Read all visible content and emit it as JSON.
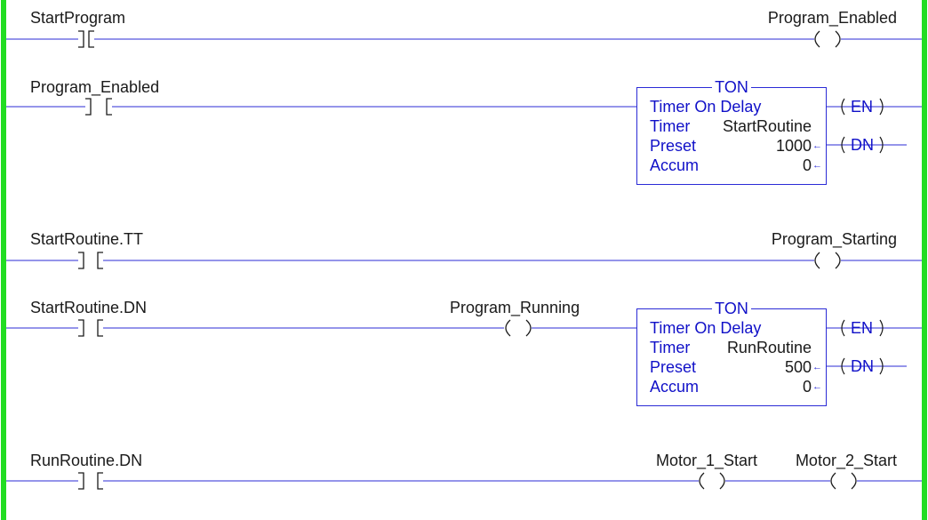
{
  "rungs": [
    {
      "id": "rung-0",
      "contact_tag": "StartProgram",
      "output_coils": [
        "Program_Enabled"
      ]
    },
    {
      "id": "rung-1",
      "contact_tag": "Program_Enabled",
      "timer": {
        "instruction": "TON",
        "title": "Timer On Delay",
        "timer_label": "Timer",
        "timer_tag": "StartRoutine",
        "preset_label": "Preset",
        "preset_value": "1000",
        "accum_label": "Accum",
        "accum_value": "0",
        "outputs": [
          "EN",
          "DN"
        ]
      }
    },
    {
      "id": "rung-2",
      "contact_tag": "StartRoutine.TT",
      "output_coils": [
        "Program_Starting"
      ]
    },
    {
      "id": "rung-3",
      "contact_tag": "StartRoutine.DN",
      "inline_coil": "Program_Running",
      "timer": {
        "instruction": "TON",
        "title": "Timer On Delay",
        "timer_label": "Timer",
        "timer_tag": "RunRoutine",
        "preset_label": "Preset",
        "preset_value": "500",
        "accum_label": "Accum",
        "accum_value": "0",
        "outputs": [
          "EN",
          "DN"
        ]
      }
    },
    {
      "id": "rung-4",
      "contact_tag": "RunRoutine.DN",
      "output_coils": [
        "Motor_1_Start",
        "Motor_2_Start"
      ]
    }
  ],
  "colors": {
    "power_rail": "#22dd22",
    "wire": "#2b2bd6",
    "symbol": "#1a1a1a",
    "instruction_text": "#1010c8"
  }
}
